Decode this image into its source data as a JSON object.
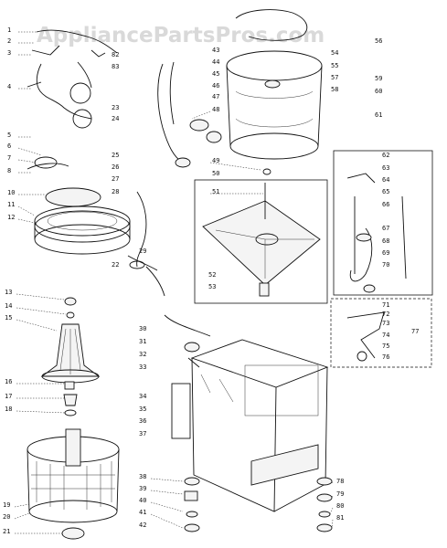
{
  "watermark": "AppliancePartsPros.com",
  "callouts_left": [
    "1",
    "2",
    "3",
    "4",
    "5",
    "6",
    "7",
    "8",
    "10",
    "11",
    "12",
    "13",
    "14",
    "15",
    "16",
    "17",
    "18",
    "19",
    "20",
    "21"
  ],
  "callouts_harness": [
    "22",
    "23",
    "24",
    "25",
    "26",
    "27",
    "28",
    "29",
    "30",
    "31",
    "32",
    "33",
    "34",
    "35",
    "36",
    "37",
    "38",
    "39",
    "40",
    "41",
    "42",
    "43",
    "44",
    "45",
    "46",
    "47",
    "48",
    "49",
    "50",
    "51",
    "52",
    "53",
    "54",
    "55",
    "56",
    "57",
    "58",
    "59",
    "60",
    "61",
    "62",
    "63",
    "64",
    "65",
    "66",
    "67",
    "68",
    "69",
    "70",
    "71",
    "72",
    "73",
    "74",
    "75",
    "76",
    "77",
    "78",
    "79",
    "80",
    "81",
    "82",
    "83"
  ]
}
